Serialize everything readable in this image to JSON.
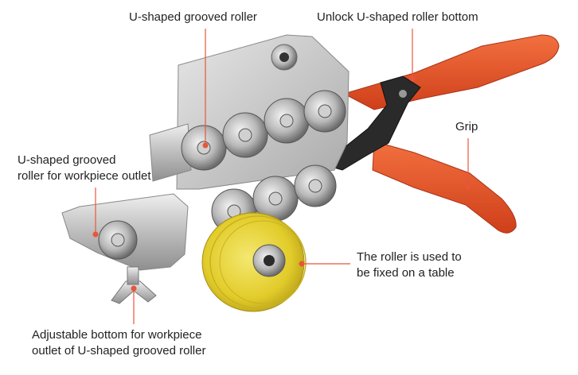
{
  "colors": {
    "leader": "#e8563a",
    "handle": "#e9542b",
    "metal": "#c9c9c9",
    "roller_wheel": "#e8d23a",
    "text": "#222222"
  },
  "labels": {
    "u_roller": "U-shaped grooved roller",
    "unlock": "Unlock U-shaped roller bottom",
    "grip": "Grip",
    "outlet_roller_line1": "U-shaped grooved",
    "outlet_roller_line2": "roller for workpiece outlet",
    "table_roller_line1": "The roller is used to",
    "table_roller_line2": "be fixed on a table",
    "adjustable_line1": "Adjustable bottom for workpiece",
    "adjustable_line2": "outlet of U-shaped grooved roller"
  }
}
